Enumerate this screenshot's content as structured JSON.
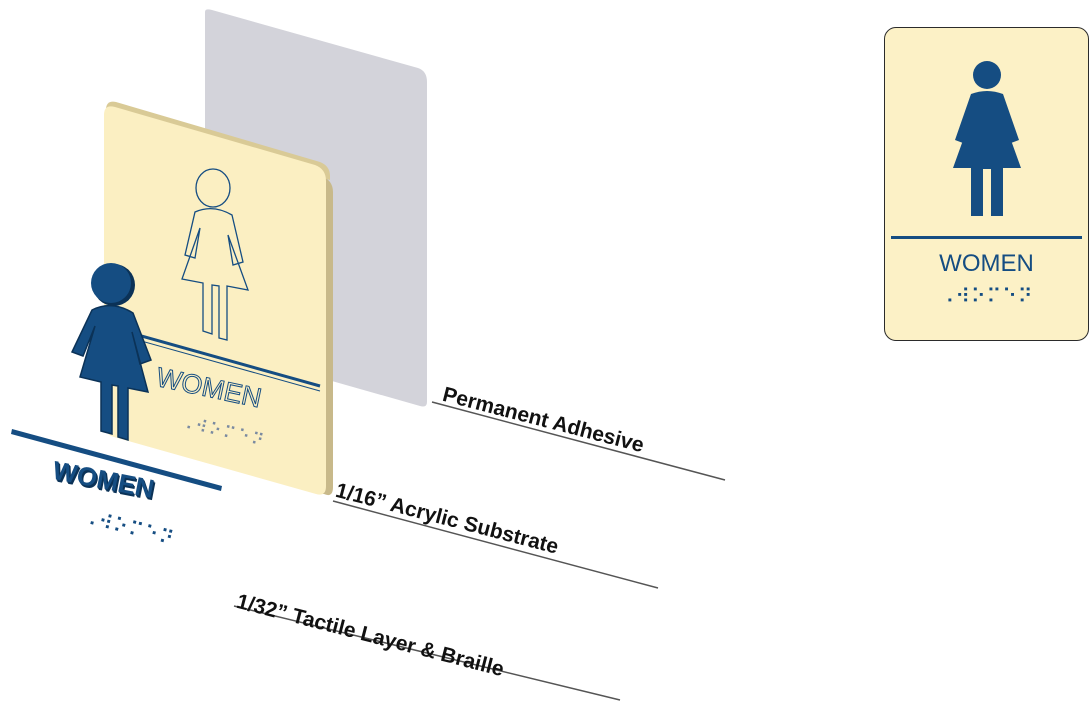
{
  "callouts": {
    "adhesive": "Permanent Adhesive",
    "acrylic": "1/16” Acrylic Substrate",
    "tactile": "1/32” Tactile Layer & Braille"
  },
  "sign": {
    "word": "WOMEN",
    "braille": "⠠⠺⠕⠍⠑⠝",
    "icon": "woman-restroom-icon"
  },
  "colors": {
    "sign_face": "#fcf1c6",
    "tactile_blue": "#154d82",
    "adhesive_gray": "#d2d2d9"
  }
}
